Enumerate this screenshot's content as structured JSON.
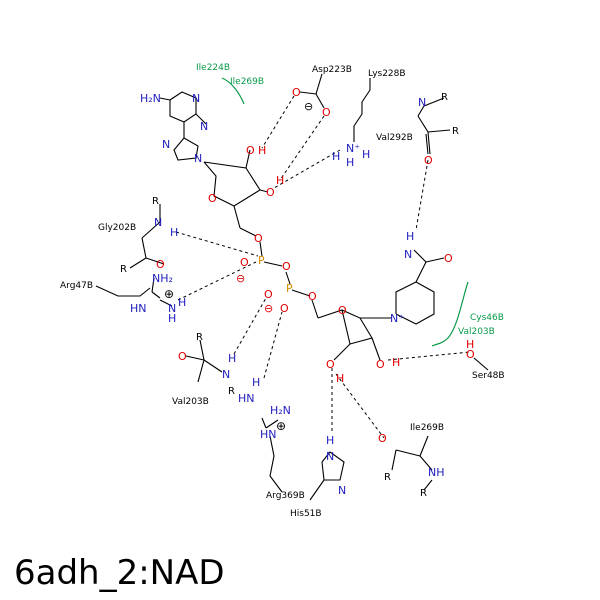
{
  "title": "6adh_2:NAD",
  "colors": {
    "bond": "#000000",
    "nitrogen": "#1e1ebe",
    "oxygen": "#e00000",
    "phosphorus": "#d58a00",
    "hydrophobic": "#0a9a4a"
  },
  "residues": {
    "ile224": "Ile224B",
    "ile269a": "Ile269B",
    "asp223": "Asp223B",
    "lys228": "Lys228B",
    "val292": "Val292B",
    "gly202": "Gly202B",
    "arg47": "Arg47B",
    "cys46": "Cys46B",
    "val203a": "Val203B",
    "val203b": "Val203B",
    "ser48": "Ser48B",
    "arg369": "Arg369B",
    "his51": "His51B",
    "ile269b": "Ile269B"
  },
  "labels": {
    "h2n": "H₂N",
    "nh2": "NH₂",
    "h2n_b": "H₂N",
    "N": "N",
    "O": "O",
    "H": "H",
    "P": "P",
    "R": "R",
    "NH": "NH",
    "HN": "HN",
    "Nplus": "N⁺",
    "minus": "⊖",
    "plus": "⊕"
  }
}
